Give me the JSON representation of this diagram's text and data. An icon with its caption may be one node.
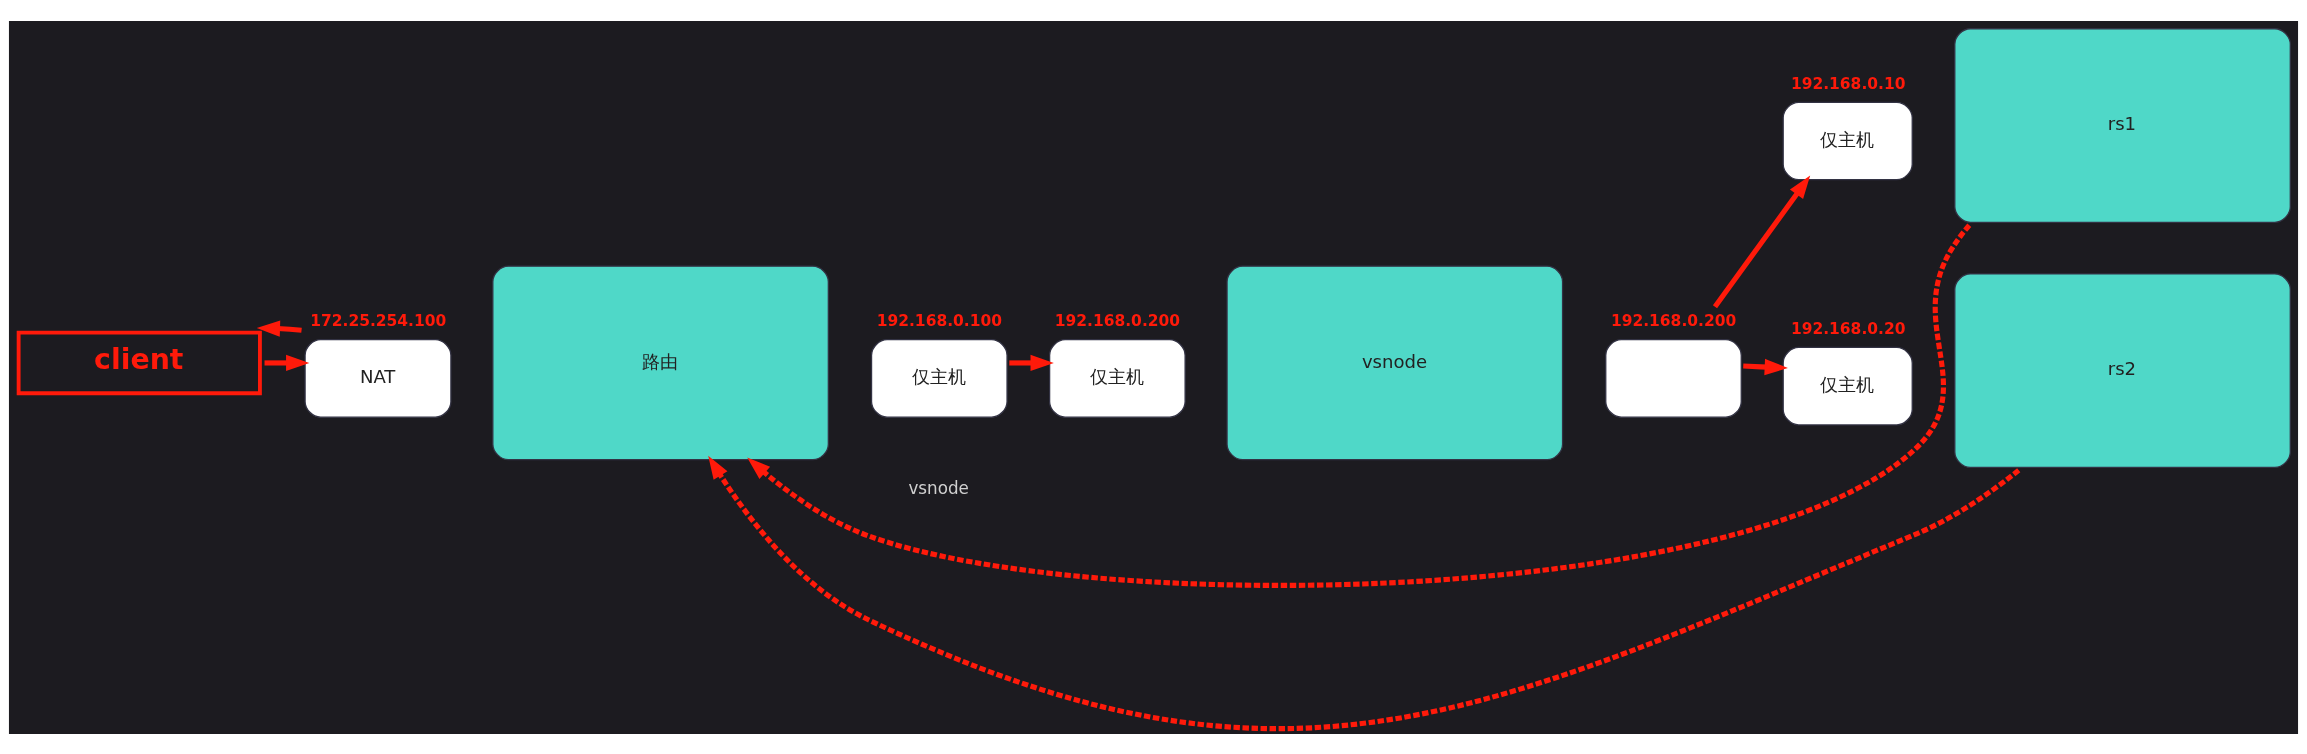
{
  "diagram": {
    "nodes": [
      {
        "text": [
          "client"
        ]
      },
      {
        "text": [
          "NAT"
        ],
        "beside": [
          "172.25.254.100"
        ]
      },
      {
        "text": [
          "路由"
        ]
      },
      {
        "text": [
          "仅主机"
        ],
        "beside": [
          "192.168.0.100"
        ]
      },
      {
        "text": [
          "仅主机"
        ],
        "beside": [
          "192.168.0.200"
        ]
      },
      {
        "text": [
          "vsnode"
        ]
      },
      {
        "text": [],
        "shape": "box",
        "beside": [
          "192.168.0.200"
        ]
      },
      {
        "text": [
          "仅主机"
        ],
        "beside": [
          "192.168.0.10"
        ]
      },
      {
        "text": [
          "rs1"
        ]
      },
      {
        "text": [
          "仅主机"
        ],
        "beside": [
          "192.168.0.20"
        ]
      },
      {
        "text": [
          "rs2"
        ]
      }
    ],
    "edges": [
      {
        "from": 0,
        "to": 1,
        "arrow": "to"
      },
      {
        "from": 1,
        "to": 0,
        "arrow": "to"
      },
      {
        "from": 3,
        "to": 4,
        "arrow": "to"
      },
      {
        "from": 6,
        "to": 7,
        "arrow": "to"
      },
      {
        "from": 6,
        "to": 9,
        "arrow": "to"
      },
      {
        "from": 8,
        "to": 2,
        "arrow": "to",
        "style": "dashed"
      },
      {
        "from": 10,
        "to": 2,
        "arrow": "to",
        "style": "dashed"
      }
    ],
    "labels": [
      "vsnode"
    ]
  }
}
